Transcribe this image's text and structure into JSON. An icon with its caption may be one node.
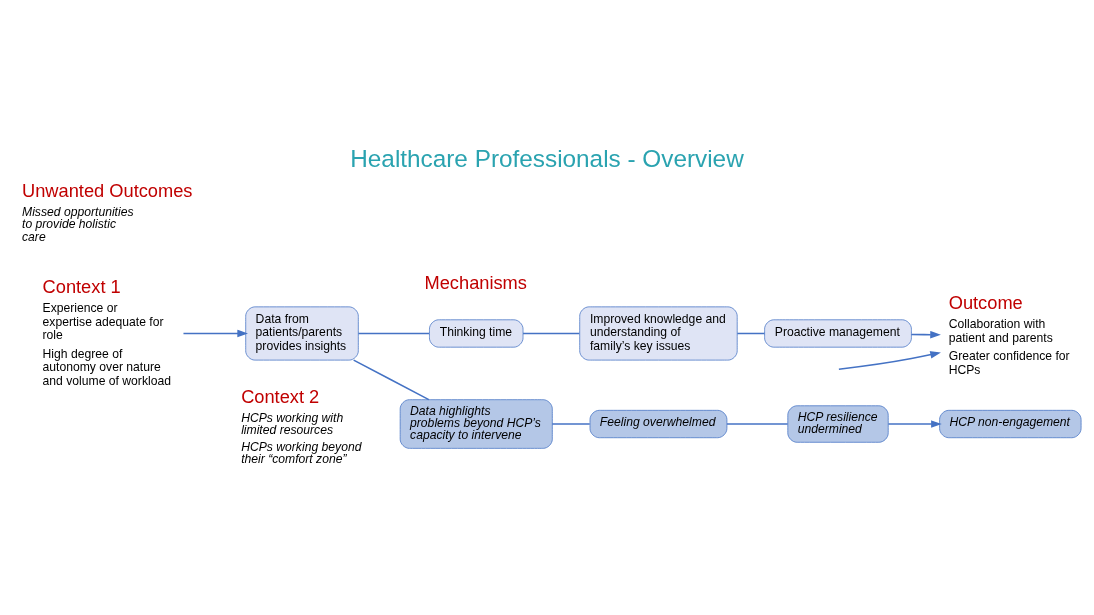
{
  "diagram": {
    "title": "Healthcare Professionals - Overview",
    "nodes": [
      {
        "text": [
          "Context 1",
          "Experience or expertise adequate for role",
          "High degree of autonomy over nature and volume of workload"
        ]
      },
      {
        "text": [
          "Data from patients/parents provides insights"
        ]
      },
      {
        "text": [
          "Thinking time"
        ]
      },
      {
        "text": [
          "Improved knowledge and understanding of family’s key issues"
        ]
      },
      {
        "text": [
          "Proactive management"
        ]
      },
      {
        "text": [
          "Outcome",
          "Collaboration with patient and parents",
          "Greater confidence for HCPs"
        ]
      },
      {
        "text": [
          "Context 2",
          "HCPs working with limited resources",
          "HCPs working beyond their “comfort zone”"
        ]
      },
      {
        "text": [
          "Data highlights problems beyond HCP’s capacity to intervene"
        ]
      },
      {
        "text": [
          "Feeling overwhelmed"
        ]
      },
      {
        "text": [
          "HCP resilience undermined"
        ]
      },
      {
        "text": [
          "HCP non-engagement"
        ]
      },
      {
        "text": [
          "Unwanted Outcomes",
          "Missed opportunities to provide holistic care"
        ]
      }
    ],
    "edges": [
      {
        "from": 0,
        "to": 1,
        "arrow": "to"
      },
      {
        "from": 1,
        "to": 2,
        "arrow": "none"
      },
      {
        "from": 2,
        "to": 3,
        "arrow": "none"
      },
      {
        "from": 3,
        "to": 4,
        "arrow": "none"
      },
      {
        "from": 4,
        "to": 5,
        "arrow": "to"
      },
      {
        "from": null,
        "to": 5,
        "arrow": "to"
      },
      {
        "from": 1,
        "to": 7,
        "arrow": "none"
      },
      {
        "from": 7,
        "to": 8,
        "arrow": "none"
      },
      {
        "from": 8,
        "to": 9,
        "arrow": "none"
      },
      {
        "from": 9,
        "to": 10,
        "arrow": "to"
      }
    ],
    "labels": [
      "Mechanisms"
    ]
  }
}
